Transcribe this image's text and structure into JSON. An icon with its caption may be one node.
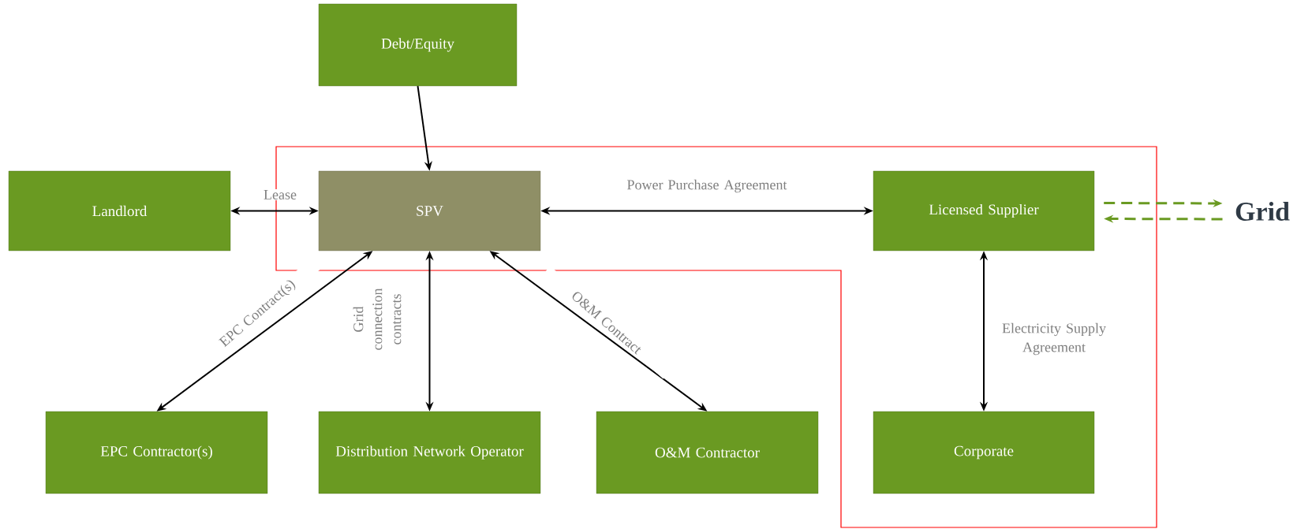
{
  "diagram": {
    "nodes": [
      {
        "text": [
          "Debt/Equity"
        ]
      },
      {
        "text": [
          "Landlord"
        ]
      },
      {
        "text": [
          "SPV"
        ]
      },
      {
        "text": [
          "Licensed Supplier"
        ]
      },
      {
        "text": [
          "Grid"
        ]
      },
      {
        "text": [
          "EPC Contractor(s)"
        ]
      },
      {
        "text": [
          "Distribution Network Operator"
        ]
      },
      {
        "text": [
          "O&M  Contractor"
        ]
      },
      {
        "text": [
          "Corporate"
        ]
      }
    ],
    "edges": [
      {
        "from": 0,
        "to": 2,
        "arrow": "to"
      },
      {
        "from": 1,
        "to": 2,
        "arrow": "both",
        "label": "Lease"
      },
      {
        "from": 2,
        "to": 3,
        "arrow": "both",
        "label": "Power Purchase Agreement"
      },
      {
        "from": 2,
        "to": 5,
        "arrow": "both",
        "label": "EPC Contract(s)"
      },
      {
        "from": 2,
        "to": 6,
        "arrow": "both",
        "label": "Grid connection contracts"
      },
      {
        "from": 2,
        "to": 7,
        "arrow": "both",
        "label": "O&M Contract"
      },
      {
        "from": 3,
        "to": 8,
        "arrow": "both",
        "label": "Electricity Supply Agreement"
      },
      {
        "from": 3,
        "to": 4,
        "arrow": "to",
        "style": "dashed",
        "color": "#6a9a22"
      },
      {
        "from": 4,
        "to": 3,
        "arrow": "to",
        "style": "dashed",
        "color": "#6a9a22"
      }
    ]
  }
}
